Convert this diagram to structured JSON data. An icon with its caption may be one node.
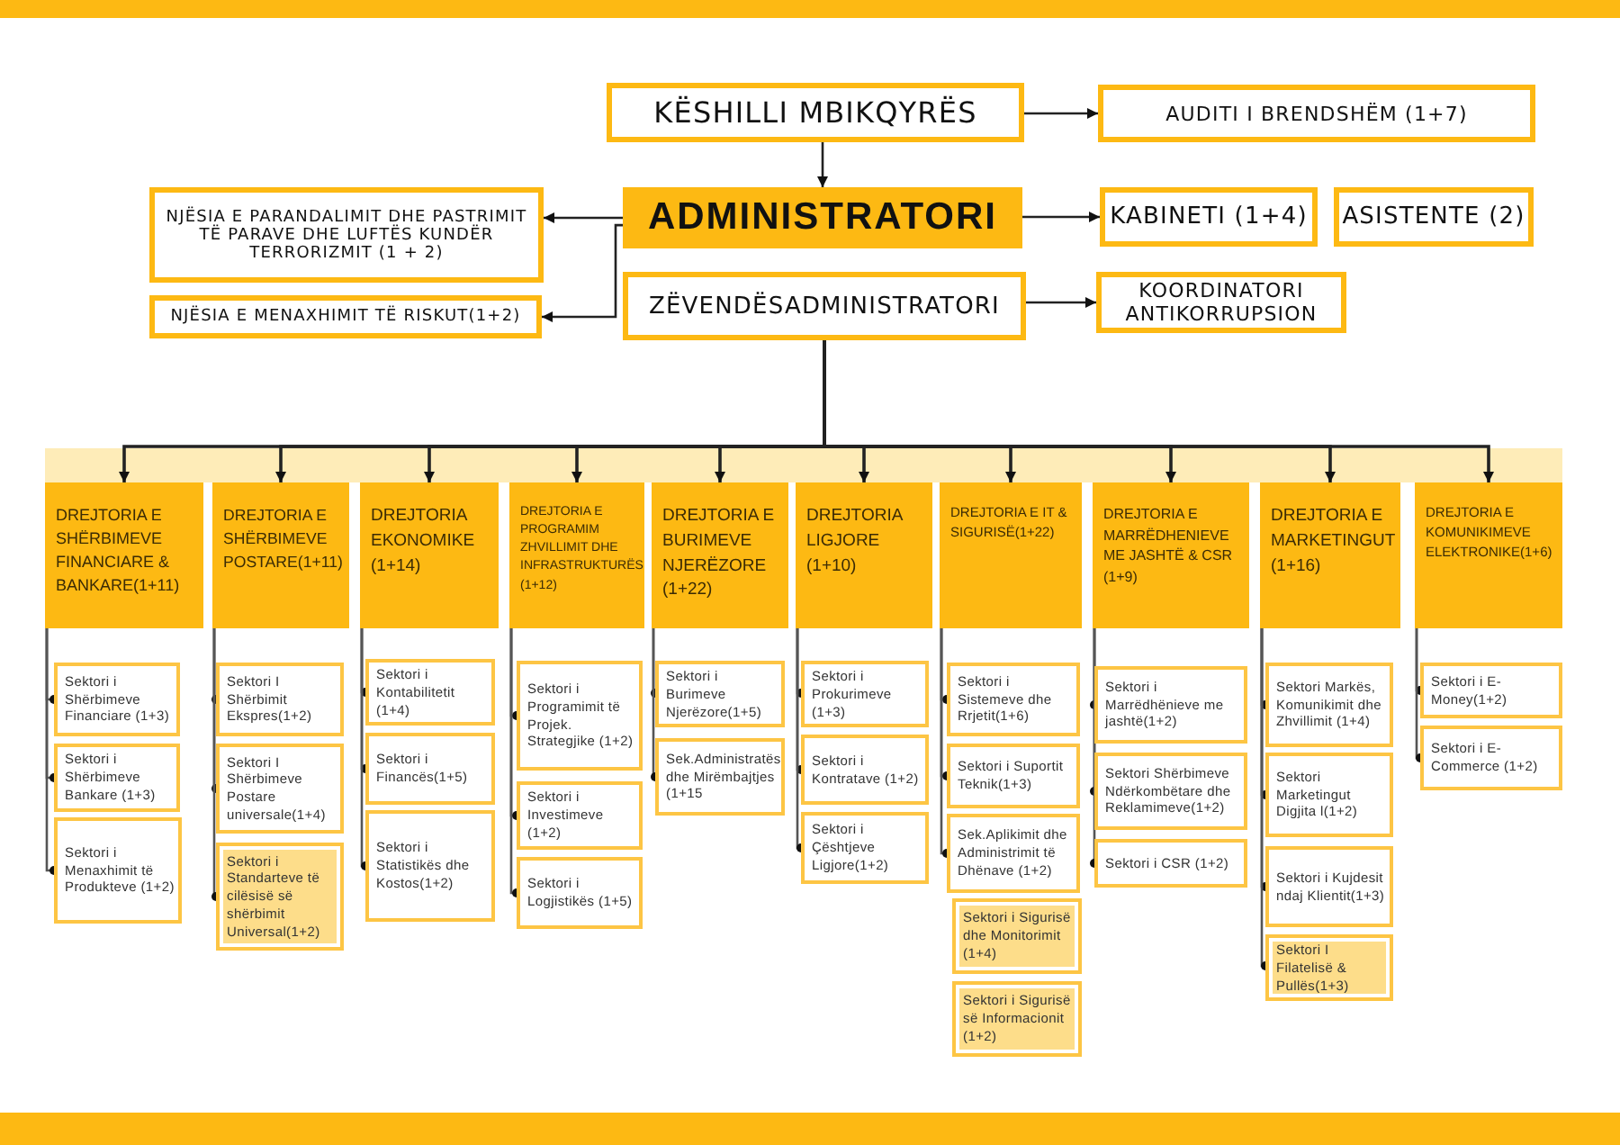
{
  "diagram": {
    "nodes": [
      {
        "text": [
          "KËSHILLI MBIKQYRËS"
        ]
      },
      {
        "text": [
          "AUDITI I BRENDSHËM (1+7)"
        ]
      },
      {
        "text": [
          "ADMINISTRATORI"
        ]
      },
      {
        "text": [
          "KABINETI (1+4)"
        ]
      },
      {
        "text": [
          "ASISTENTE (2)"
        ]
      },
      {
        "text": [
          "NJËSIA E PARANDALIMIT DHE PASTRIMIT TË PARAVE DHE LUFTËS KUNDËR TERRORIZMIT (1 + 2)"
        ]
      },
      {
        "text": [
          "ZËVENDËSADMINISTRATORI"
        ]
      },
      {
        "text": [
          "KOORDINATORI ANTIKORRUPSION"
        ]
      },
      {
        "text": [
          "NJËSIA E MENAXHIMIT TË RISKUT(1+2)"
        ]
      },
      {
        "text": [
          "DREJTORIA E SHËRBIMEVE FINANCIARE & BANKARE(1+11)"
        ]
      },
      {
        "text": [
          "Sektori i Shërbimeve Financiare (1+3)"
        ]
      },
      {
        "text": [
          "Sektori i Shërbimeve Bankare (1+3)"
        ]
      },
      {
        "text": [
          "Sektori i Menaxhimit të Produkteve (1+2)"
        ]
      },
      {
        "text": [
          "DREJTORIA E SHËRBIMEVE POSTARE(1+11)"
        ]
      },
      {
        "text": [
          "Sektori I Shërbimit Ekspres(1+2)"
        ]
      },
      {
        "text": [
          "Sektori I Shërbimeve Postare universale(1+4)"
        ]
      },
      {
        "text": [
          "Sektori i Standarteve të cilësisë së shërbimit Universal(1+2)"
        ]
      },
      {
        "text": [
          "DREJTORIA EKONOMIKE (1+14)"
        ]
      },
      {
        "text": [
          "Sektori i Kontabilitetit (1+4)"
        ]
      },
      {
        "text": [
          "Sektori i Financës(1+5)"
        ]
      },
      {
        "text": [
          "Sektori i Statistikës dhe Kostos(1+2)"
        ]
      },
      {
        "text": [
          "DREJTORIA E PROGRAMIM ZHVILLIMIT DHE INFRASTRUKTURËS (1+12)"
        ]
      },
      {
        "text": [
          "Sektori i Programimit të Projek. Strategjike (1+2)"
        ]
      },
      {
        "text": [
          "Sektori i Investimeve (1+2)"
        ]
      },
      {
        "text": [
          "Sektori i Logjistikës (1+5)"
        ]
      },
      {
        "text": [
          "DREJTORIA E BURIMEVE NJERËZORE (1+22)"
        ]
      },
      {
        "text": [
          "Sektori i Burimeve Njerëzore(1+5)"
        ]
      },
      {
        "text": [
          "Sek.Administratës dhe Mirëmbajtjes (1+15"
        ]
      },
      {
        "text": [
          "DREJTORIA LIGJORE (1+10)"
        ]
      },
      {
        "text": [
          "Sektori i Prokurimeve (1+3)"
        ]
      },
      {
        "text": [
          "Sektori i Kontratave (1+2)"
        ]
      },
      {
        "text": [
          "Sektori i Çështjeve Ligjore(1+2)"
        ]
      },
      {
        "text": [
          "DREJTORIA E IT & SIGURISË(1+22)"
        ]
      },
      {
        "text": [
          "Sektori i Sistemeve dhe Rrjetit(1+6)"
        ]
      },
      {
        "text": [
          "Sektori i Suportit Teknik(1+3)"
        ]
      },
      {
        "text": [
          "Sek.Aplikimit dhe Administrimit të Dhënave (1+2)"
        ]
      },
      {
        "text": [
          "Sektori i Sigurisë dhe Monitorimit (1+4)"
        ]
      },
      {
        "text": [
          "Sektori i Sigurisë së Informacionit (1+2)"
        ]
      },
      {
        "text": [
          "DREJTORIA E MARRËDHENIEVE ME JASHTË & CSR (1+9)"
        ]
      },
      {
        "text": [
          "Sektori i Marrëdhënieve me jashtë(1+2)"
        ]
      },
      {
        "text": [
          "Sektori Shërbimeve Ndërkombëtare dhe Reklamimeve(1+2)"
        ]
      },
      {
        "text": [
          "Sektori i CSR (1+2)"
        ]
      },
      {
        "text": [
          "DREJTORIA E MARKETINGUT (1+16)"
        ]
      },
      {
        "text": [
          "Sektori Markës, Komunikimit dhe Zhvillimit (1+4)"
        ]
      },
      {
        "text": [
          "Sektori Marketingut Digjita l(1+2)"
        ]
      },
      {
        "text": [
          "Sektori i Kujdesit ndaj Klientit(1+3)"
        ]
      },
      {
        "text": [
          "Sektori I Filatelisë & Pullës(1+3)"
        ]
      },
      {
        "text": [
          "DREJTORIA E KOMUNIKIMEVE ELEKTRONIKE(1+6)"
        ]
      },
      {
        "text": [
          "Sektori i E-Money(1+2)"
        ]
      },
      {
        "text": [
          "Sektori i E-Commerce (1+2)"
        ]
      }
    ],
    "edges": [
      {
        "from": 0,
        "to": 1,
        "arrow": "to"
      },
      {
        "from": 0,
        "to": 2,
        "arrow": "to"
      },
      {
        "from": 2,
        "to": 3,
        "arrow": "to"
      },
      {
        "from": 2,
        "to": 5,
        "arrow": "to"
      },
      {
        "from": 2,
        "to": 8,
        "arrow": "to"
      },
      {
        "from": 6,
        "to": 7,
        "arrow": "to"
      },
      {
        "from": 6,
        "to": 9,
        "arrow": "to"
      },
      {
        "from": 6,
        "to": 13,
        "arrow": "to"
      },
      {
        "from": 6,
        "to": 17,
        "arrow": "to"
      },
      {
        "from": 6,
        "to": 21,
        "arrow": "to"
      },
      {
        "from": 6,
        "to": 25,
        "arrow": "to"
      },
      {
        "from": 6,
        "to": 28,
        "arrow": "to"
      },
      {
        "from": 6,
        "to": 32,
        "arrow": "to"
      },
      {
        "from": 6,
        "to": 38,
        "arrow": "to"
      },
      {
        "from": 6,
        "to": 42,
        "arrow": "to"
      },
      {
        "from": 6,
        "to": 47,
        "arrow": "to"
      },
      {
        "from": 9,
        "to": 10,
        "arrow": "other"
      },
      {
        "from": 9,
        "to": 11,
        "arrow": "other"
      },
      {
        "from": 9,
        "to": 12,
        "arrow": "other"
      },
      {
        "from": 13,
        "to": 14,
        "arrow": "other"
      },
      {
        "from": 13,
        "to": 15,
        "arrow": "other"
      },
      {
        "from": 13,
        "to": 16,
        "arrow": "other"
      },
      {
        "from": 17,
        "to": 18,
        "arrow": "other"
      },
      {
        "from": 17,
        "to": 19,
        "arrow": "other"
      },
      {
        "from": 17,
        "to": 20,
        "arrow": "other"
      },
      {
        "from": 21,
        "to": 22,
        "arrow": "other"
      },
      {
        "from": 21,
        "to": 23,
        "arrow": "other"
      },
      {
        "from": 21,
        "to": 24,
        "arrow": "other"
      },
      {
        "from": 25,
        "to": 26,
        "arrow": "other"
      },
      {
        "from": 25,
        "to": 27,
        "arrow": "other"
      },
      {
        "from": 28,
        "to": 29,
        "arrow": "other"
      },
      {
        "from": 28,
        "to": 30,
        "arrow": "other"
      },
      {
        "from": 28,
        "to": 31,
        "arrow": "other"
      },
      {
        "from": 32,
        "to": 33,
        "arrow": "other"
      },
      {
        "from": 32,
        "to": 34,
        "arrow": "other"
      },
      {
        "from": 32,
        "to": 35,
        "arrow": "other"
      },
      {
        "from": 38,
        "to": 39,
        "arrow": "other"
      },
      {
        "from": 38,
        "to": 40,
        "arrow": "other"
      },
      {
        "from": 38,
        "to": 41,
        "arrow": "other"
      },
      {
        "from": 42,
        "to": 43,
        "arrow": "other"
      },
      {
        "from": 42,
        "to": 44,
        "arrow": "other"
      },
      {
        "from": 42,
        "to": 45,
        "arrow": "other"
      },
      {
        "from": 42,
        "to": 46,
        "arrow": "other"
      },
      {
        "from": 47,
        "to": 48,
        "arrow": "other"
      },
      {
        "from": 47,
        "to": 49,
        "arrow": "other"
      }
    ]
  }
}
